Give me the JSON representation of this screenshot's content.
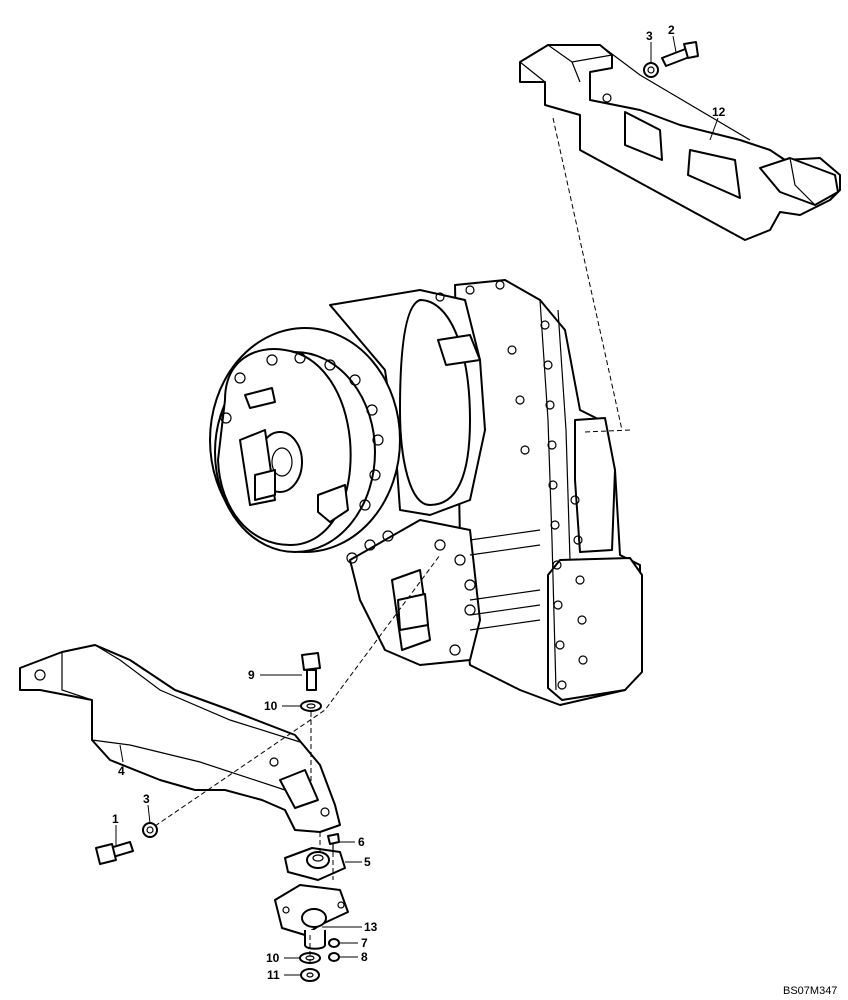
{
  "drawing": {
    "reference": "BS07M347",
    "callouts": [
      {
        "id": "c1",
        "text": "1"
      },
      {
        "id": "c2",
        "text": "2"
      },
      {
        "id": "c3a",
        "text": "3"
      },
      {
        "id": "c3b",
        "text": "3"
      },
      {
        "id": "c4",
        "text": "4"
      },
      {
        "id": "c5",
        "text": "5"
      },
      {
        "id": "c6",
        "text": "6"
      },
      {
        "id": "c7",
        "text": "7"
      },
      {
        "id": "c8",
        "text": "8"
      },
      {
        "id": "c9",
        "text": "9"
      },
      {
        "id": "c10a",
        "text": "10"
      },
      {
        "id": "c10b",
        "text": "10"
      },
      {
        "id": "c11",
        "text": "11"
      },
      {
        "id": "c12",
        "text": "12"
      },
      {
        "id": "c13",
        "text": "13"
      }
    ]
  }
}
